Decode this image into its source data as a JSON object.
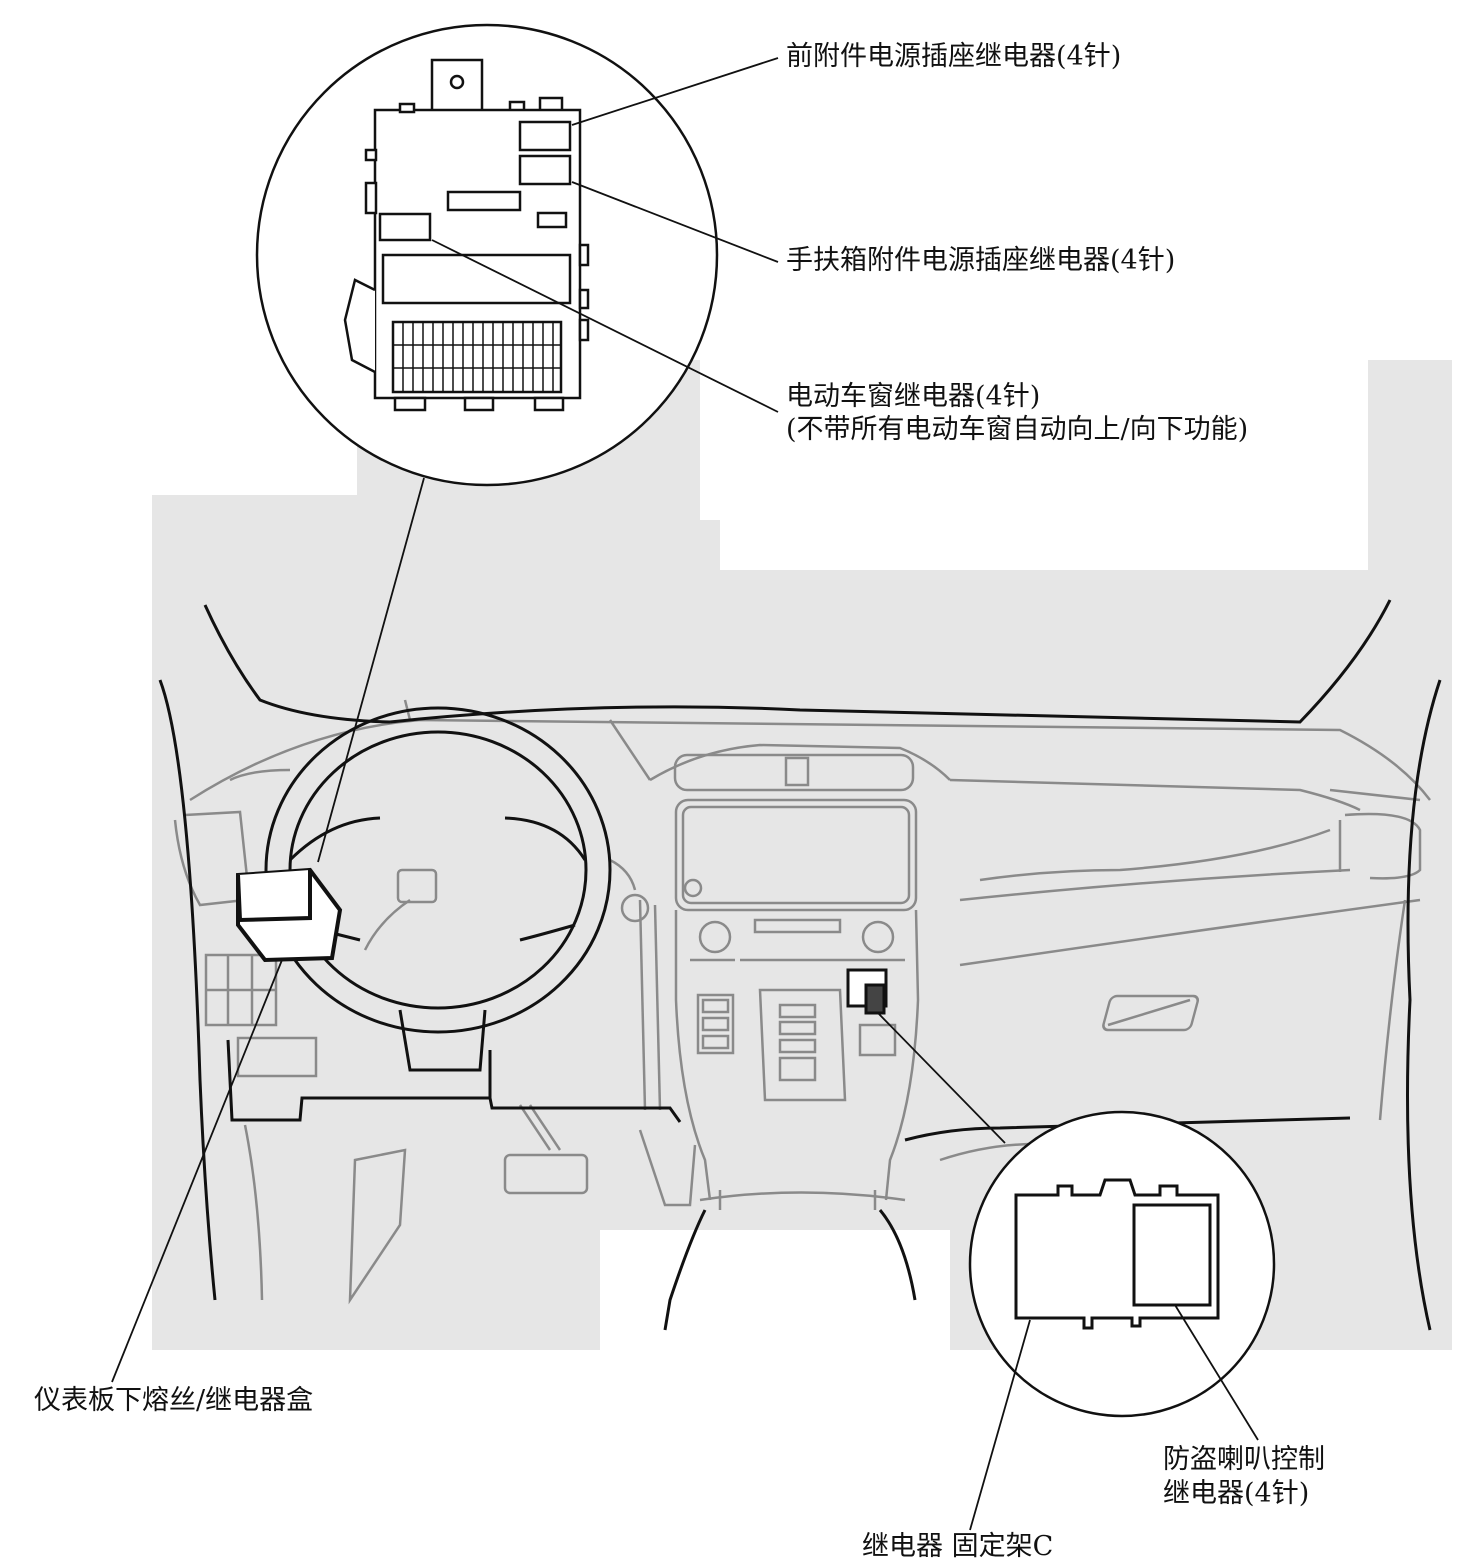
{
  "labels": {
    "front_accessory_relay": "前附件电源插座继电器(4针)",
    "glovebox_accessory_relay": "手扶箱附件电源插座继电器(4针)",
    "power_window_relay_line1": "电动车窗继电器(4针)",
    "power_window_relay_line2": "(不带所有电动车窗自动向上/向下功能)",
    "under_dash_fuse_box": "仪表板下熔丝/继电器盒",
    "security_horn_relay_line1": "防盗喇叭控制",
    "security_horn_relay_line2": "继电器(4针)",
    "relay_bracket_c": "继电器 固定架C"
  },
  "colors": {
    "line": "#111111",
    "interior_line": "#8a8a8a",
    "shade": "#e6e6e6"
  }
}
